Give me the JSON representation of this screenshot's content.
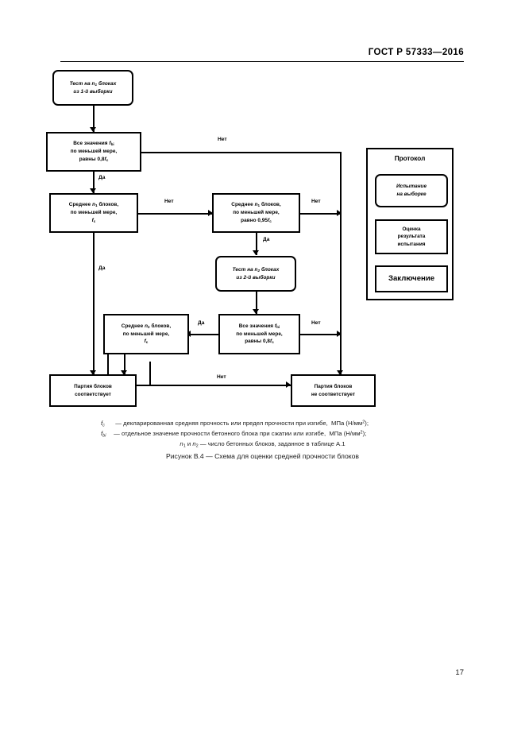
{
  "header": {
    "standard": "ГОСТ Р 57333—2016"
  },
  "page_number": "17",
  "flowchart": {
    "nodes": {
      "test1": {
        "line1": "Тест на n1 блоках",
        "line2": "из 1-й выборки"
      },
      "all_values_1": {
        "line1": "Все значения fbi",
        "line2": "по меньшей мере,",
        "line3": "равны 0,8fc"
      },
      "mean_n1_fc": {
        "line1": "Среднее n1 блоков,",
        "line2": "по меньшей мере,",
        "line3": "fc"
      },
      "mean_n1_095": {
        "line1": "Среднее n1 блоков,",
        "line2": "по меньшей мере,",
        "line3": "равно 0,95fc"
      },
      "test2": {
        "line1": "Тест на n2 блоках",
        "line2": "из 2-й выборки"
      },
      "mean_n2_fc": {
        "line1": "Среднее n2 блоков,",
        "line2": "по меньшей мере,",
        "line3": "fc"
      },
      "all_values_2": {
        "line1": "Все значения fbi",
        "line2": "по меньшей мере,",
        "line3": "равны 0,8fc"
      },
      "pass": {
        "line1": "Партия блоков",
        "line2": "соответствует"
      },
      "fail": {
        "line1": "Партия блоков",
        "line2": "не соответствует"
      }
    },
    "edge_labels": {
      "no_1": "Нет",
      "yes_1": "Да",
      "no_2": "Нет",
      "no_3": "Нет",
      "yes_2": "Да",
      "yes_3": "Да",
      "yes_4": "Да",
      "no_4": "Нет",
      "no_5": "Нет"
    }
  },
  "protocol": {
    "title": "Протокол",
    "items": [
      {
        "line1": "Испытание",
        "line2": "на выборке"
      },
      {
        "line1": "Оценка",
        "line2": "результата",
        "line3": "испытания"
      },
      {
        "line1": "Заключение"
      }
    ]
  },
  "legend": {
    "row1_symbol": "fc",
    "row1_text": "— декларированная средняя прочность или предел прочности при изгибе,  МПа (Н/мм2);",
    "row2_symbol": "fbi",
    "row2_text": "— отдельное значение прочности бетонного блока при сжатии или изгибе,  МПа (Н/мм2);",
    "row3_text": "n1 и n2 — число бетонных блоков, заданное в таблице А.1"
  },
  "caption": "Рисунок В.4 — Схема для оценки средней прочности блоков"
}
